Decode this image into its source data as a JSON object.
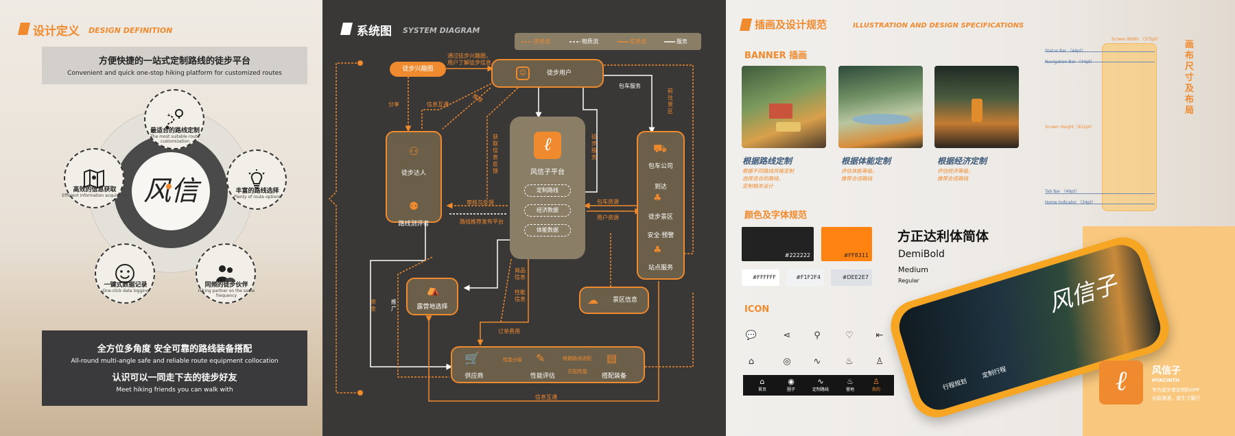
{
  "colors": {
    "accent": "#F08A2E",
    "dark": "#222222",
    "bg_dark": "#3A3837"
  },
  "p1": {
    "title_cn": "设计定义",
    "title_en": "DESIGN DEFINITION",
    "banner_cn": "方便快捷的一站式定制路线的徒步平台",
    "banner_en": "Convenient and quick one-stop hiking platform for customized routes",
    "features": [
      {
        "cn": "最适合的路线定制",
        "en": "The most suitable route customization",
        "icon": "route-pin-icon"
      },
      {
        "cn": "丰富的路线选择",
        "en": "Plenty of route options",
        "icon": "lightbulb-icon"
      },
      {
        "cn": "同频的徒步伙伴",
        "en": "Hiking partner on the same frequency",
        "icon": "partner-icon"
      },
      {
        "cn": "一键式数据记录",
        "en": "One-click data logging",
        "icon": "smile-icon"
      },
      {
        "cn": "高效的信息获取",
        "en": "Efficient information acquisition",
        "icon": "map-icon"
      }
    ],
    "logo_text": "风信",
    "bottom_cn1": "全方位多角度 安全可靠的路线装备搭配",
    "bottom_en1": "All-round multi-angle safe and reliable route equipment collocation",
    "bottom_cn2": "认识可以一同走下去的徒步好友",
    "bottom_en2": "Meet hiking friends you can walk with"
  },
  "p2": {
    "title_cn": "系统图",
    "title_en": "SYSTEM DIAGRAM",
    "legend": [
      "资金流",
      "物质流",
      "信息流",
      "服务"
    ],
    "nodes": {
      "interest": "徒步兴趣圈",
      "users": "徒步用户",
      "platform": "风信子平台",
      "master": "徒步达人",
      "reviewer": "路线测评者",
      "charter": "包车公司",
      "arrive": "到达",
      "scenic": "徒步景区",
      "safety": "安全·预警",
      "station": "站点服务",
      "camp": "露营地选择",
      "scenic_info": "景区信息",
      "supplier": "供应商",
      "perf": "性能评估",
      "equip": "搭配装备"
    },
    "pills": [
      "定制路线",
      "经济数据",
      "体能数据"
    ],
    "labels": {
      "share": "分享",
      "info_exchange": "信息互通",
      "interest_note1": "通过徒步兴趣圈，",
      "interest_note2": "用户了解徒步信息",
      "recommend": "推荐",
      "charter_service": "包车服务",
      "go_scenic": "前往景区",
      "get_info": "获取信息反馈",
      "hiking_service": "徒步服务",
      "charter_resource": "包车资源",
      "user_resource": "用户资源",
      "review": "审核与反馈",
      "route_publish": "路线推荐发布平台",
      "product_info": "商品信息",
      "perf_info": "性能信息",
      "order_fee": "订单费用",
      "perf_grade": "性能分级",
      "route_match": "根据路线适配",
      "match_perf": "匹配性能",
      "info_exchange2": "信息互通",
      "promote": "推广",
      "fund": "资金"
    }
  },
  "p3": {
    "title_cn": "插画及设计规范",
    "title_en": "ILLUSTRATION AND DESIGN SPECIFICATIONS",
    "banner_label": "BANNER 插画",
    "illustrations": [
      {
        "title": "根据路线定制",
        "desc": [
          "根据不同路线风格定制",
          "选择适合的路线，",
          "定制相关设计"
        ]
      },
      {
        "title": "根据体能定制",
        "desc": [
          "评估体能等级，",
          "推荐合适路线"
        ]
      },
      {
        "title": "根据经济定制",
        "desc": [
          "评估经济等级，",
          "推荐合适路线"
        ]
      }
    ],
    "color_label": "颜色及字体规范",
    "swatches": [
      {
        "hex": "#222222",
        "label": "#222222"
      },
      {
        "hex": "#FF8311",
        "label": "#FF8311"
      }
    ],
    "swatches2": [
      {
        "hex": "#FFFFFF",
        "label": "#FFFFFF"
      },
      {
        "hex": "#F1F2F4",
        "label": "#F1F2F4"
      },
      {
        "hex": "#DEE2E7",
        "label": "#DEE2E7"
      }
    ],
    "font_name": "方正达利体简体",
    "weights": [
      "DemiBold",
      "Medium",
      "Regular"
    ],
    "icon_label": "ICON",
    "tabbar": [
      "首页",
      "圈子",
      "定制路线",
      "营地",
      "我的"
    ],
    "vertical_title": "画布尺寸及布局",
    "dims": {
      "screen_width": "Screen Width （375pt）",
      "status": "Status Bar （44pt）",
      "nav": "Navigation Bar （44pt）",
      "screen_height": "Screen Height（812pt）",
      "tab": "Tab Bar （49pt）",
      "home": "Home Indicator （34pt）"
    },
    "phone_title": "风信子",
    "phone_btns": [
      "行程规划",
      "定制行程"
    ],
    "brand_cn": "风信子",
    "brand_en": "HYACINTH",
    "brand_d1": "专为徒步者定制的APP",
    "brand_d2": "化路漫漫，道生寸履行"
  }
}
